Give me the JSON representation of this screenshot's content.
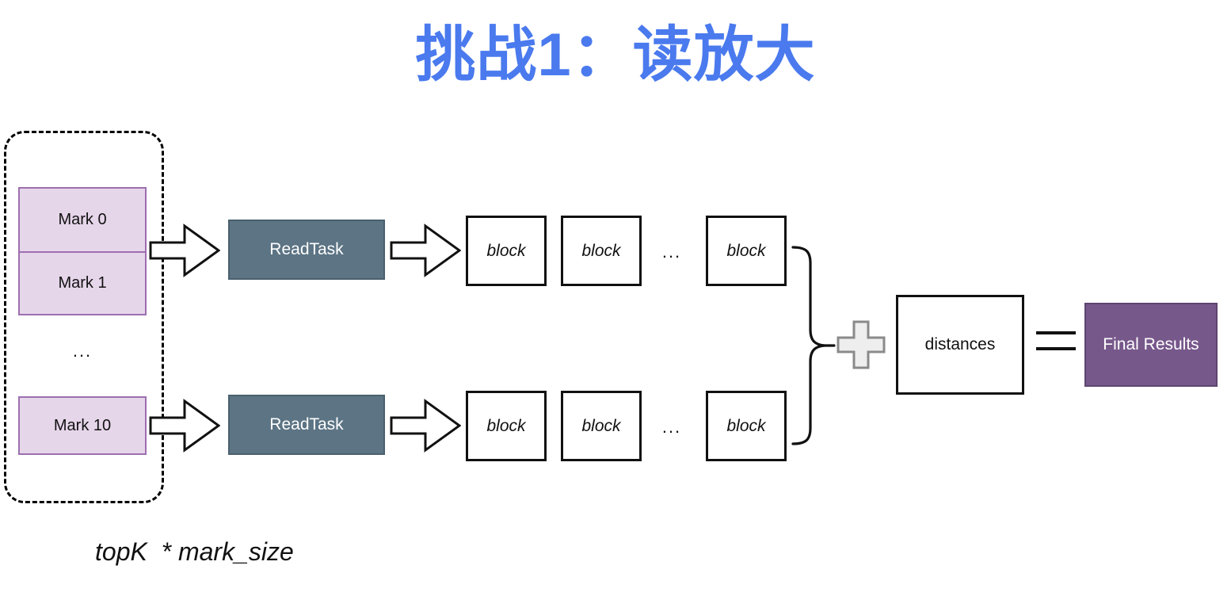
{
  "title": "挑战1：读放大",
  "colors": {
    "title_blue": "#4a7aee",
    "mark_fill": "#e6d6ea",
    "mark_border": "#9d6fb0",
    "readtask_fill": "#5c7484",
    "final_results_fill": "#77588b",
    "plus_fill": "#eeeeee",
    "plus_border": "#8a8a8a",
    "outline": "#111111"
  },
  "mark_group": {
    "marks_top": [
      {
        "label": "Mark 0"
      },
      {
        "label": "Mark 1"
      }
    ],
    "ellipsis": "...",
    "mark_bottom": {
      "label": "Mark 10"
    }
  },
  "pipelines": [
    {
      "arrow_in": "block-arrow-right",
      "task_label": "ReadTask",
      "arrow_out": "block-arrow-right",
      "blocks": [
        {
          "label": "block"
        },
        {
          "label": "block"
        }
      ],
      "blocks_ellipsis": "...",
      "last_block": {
        "label": "block"
      }
    },
    {
      "arrow_in": "block-arrow-right",
      "task_label": "ReadTask",
      "arrow_out": "block-arrow-right",
      "blocks": [
        {
          "label": "block"
        },
        {
          "label": "block"
        }
      ],
      "blocks_ellipsis": "...",
      "last_block": {
        "label": "block"
      }
    }
  ],
  "combine": {
    "brace": "curly-brace-right",
    "plus_symbol": "plus-icon",
    "distances_label": "distances",
    "equals_symbol": "equals-icon",
    "final_results_label": "Final Results"
  },
  "footer": {
    "formula": "topK  * mark_size"
  }
}
